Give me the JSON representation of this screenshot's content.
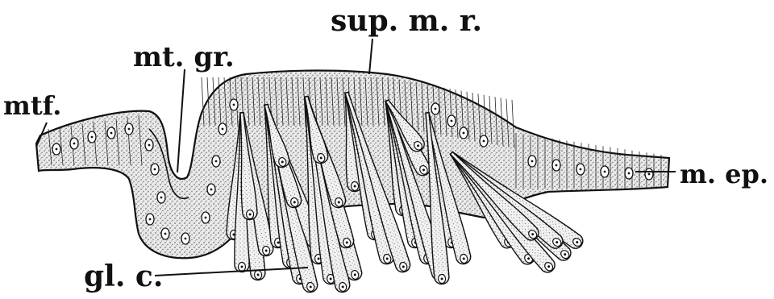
{
  "labels": {
    "sup_m_r": "sup. m. r.",
    "mt_gr": "mt. gr.",
    "mtf": "mtf.",
    "m_ep": "m. ep.",
    "gl_c": "gl. c."
  },
  "colors": {
    "ink": "#111111",
    "tissue": "#cfcfcf",
    "cell_fill": "#f4f4f4",
    "nucleus": "#ffffff"
  }
}
